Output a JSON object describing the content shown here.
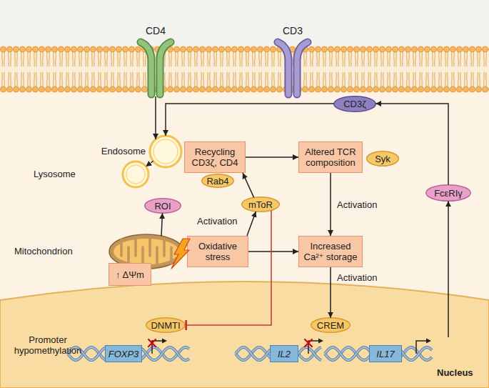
{
  "diagram": {
    "nodes": [
      {
        "text": [
          "CD4"
        ]
      },
      {
        "text": [
          "CD3"
        ]
      },
      {
        "text": [
          "CD3ζ"
        ]
      },
      {
        "text": [
          "Endosome"
        ]
      },
      {
        "text": [
          "Recycling CD3ζ, CD4"
        ]
      },
      {
        "text": [
          "Altered TCR composition"
        ]
      },
      {
        "text": [
          "Syk"
        ]
      },
      {
        "text": [
          "Lysosome"
        ]
      },
      {
        "text": [
          "Rab4"
        ]
      },
      {
        "text": [
          "ROI"
        ]
      },
      {
        "text": [
          "mToR"
        ]
      },
      {
        "text": [
          "FcεRIγ"
        ]
      },
      {
        "text": [
          "Mitochondrion"
        ]
      },
      {
        "text": [
          "Oxidative stress"
        ]
      },
      {
        "text": [
          "Increased Ca²⁺ storage"
        ]
      },
      {
        "text": [
          "↑ ΔΨm"
        ]
      },
      {
        "text": [
          "Nucleus"
        ]
      },
      {
        "text": [
          "DNMTI"
        ],
        "in": 16
      },
      {
        "text": [
          "CREM"
        ],
        "in": 16
      },
      {
        "text": [
          "FOXP3"
        ],
        "in": 16
      },
      {
        "text": [
          "IL2"
        ],
        "in": 16
      },
      {
        "text": [
          "IL17"
        ],
        "in": 16
      }
    ],
    "edges": [
      {
        "from": 0,
        "to": 3,
        "arrow": "to"
      },
      {
        "from": 2,
        "to": 3,
        "arrow": "to"
      },
      {
        "from": 3,
        "to": 7,
        "arrow": "to"
      },
      {
        "from": 4,
        "to": 5,
        "arrow": "to"
      },
      {
        "from": 5,
        "to": 14,
        "label": "Activation",
        "arrow": "to"
      },
      {
        "from": 12,
        "to": 9,
        "arrow": "to"
      },
      {
        "from": 13,
        "to": 10,
        "label": "Activation",
        "arrow": "to"
      },
      {
        "from": 10,
        "to": 4,
        "arrow": "to"
      },
      {
        "from": 13,
        "to": 14,
        "arrow": "to"
      },
      {
        "from": 14,
        "to": 18,
        "label": "Activation",
        "arrow": "to"
      },
      {
        "from": 10,
        "to": 17,
        "arrow": "to"
      },
      {
        "from": 21,
        "to": 11,
        "arrow": "to"
      },
      {
        "from": 11,
        "to": 2,
        "arrow": "to"
      }
    ],
    "labels": [
      "Promoter hypomethylation"
    ]
  }
}
